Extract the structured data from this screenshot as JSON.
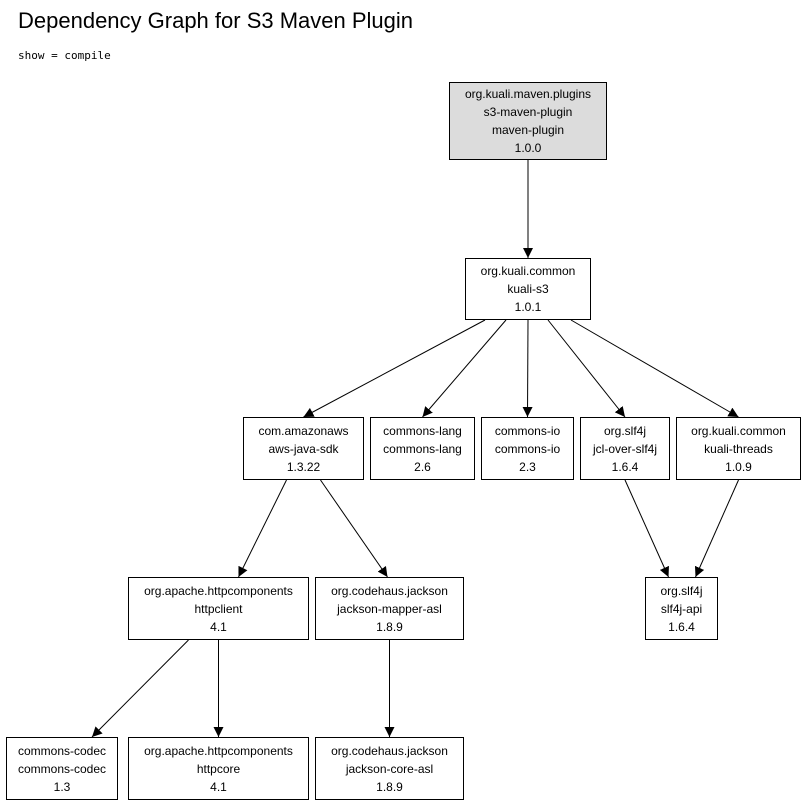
{
  "title": "Dependency Graph for S3 Maven Plugin",
  "subtitle": "show = compile",
  "colors": {
    "root_fill": "#dcdcdc",
    "node_fill": "#ffffff",
    "stroke": "#000000"
  },
  "nodes": {
    "plugin": {
      "group": "org.kuali.maven.plugins",
      "artifact": "s3-maven-plugin",
      "type": "maven-plugin",
      "version": "1.0.0"
    },
    "kuali_s3": {
      "group": "org.kuali.common",
      "artifact": "kuali-s3",
      "version": "1.0.1"
    },
    "aws_sdk": {
      "group": "com.amazonaws",
      "artifact": "aws-java-sdk",
      "version": "1.3.22"
    },
    "commons_lang": {
      "group": "commons-lang",
      "artifact": "commons-lang",
      "version": "2.6"
    },
    "commons_io": {
      "group": "commons-io",
      "artifact": "commons-io",
      "version": "2.3"
    },
    "jcl_over_slf4j": {
      "group": "org.slf4j",
      "artifact": "jcl-over-slf4j",
      "version": "1.6.4"
    },
    "kuali_threads": {
      "group": "org.kuali.common",
      "artifact": "kuali-threads",
      "version": "1.0.9"
    },
    "httpclient": {
      "group": "org.apache.httpcomponents",
      "artifact": "httpclient",
      "version": "4.1"
    },
    "jackson_mapper": {
      "group": "org.codehaus.jackson",
      "artifact": "jackson-mapper-asl",
      "version": "1.8.9"
    },
    "slf4j_api": {
      "group": "org.slf4j",
      "artifact": "slf4j-api",
      "version": "1.6.4"
    },
    "commons_codec": {
      "group": "commons-codec",
      "artifact": "commons-codec",
      "version": "1.3"
    },
    "httpcore": {
      "group": "org.apache.httpcomponents",
      "artifact": "httpcore",
      "version": "4.1"
    },
    "jackson_core": {
      "group": "org.codehaus.jackson",
      "artifact": "jackson-core-asl",
      "version": "1.8.9"
    }
  },
  "edges": [
    {
      "from": "plugin",
      "to": "kuali_s3"
    },
    {
      "from": "kuali_s3",
      "to": "aws_sdk"
    },
    {
      "from": "kuali_s3",
      "to": "commons_lang"
    },
    {
      "from": "kuali_s3",
      "to": "commons_io"
    },
    {
      "from": "kuali_s3",
      "to": "jcl_over_slf4j"
    },
    {
      "from": "kuali_s3",
      "to": "kuali_threads"
    },
    {
      "from": "aws_sdk",
      "to": "httpclient"
    },
    {
      "from": "aws_sdk",
      "to": "jackson_mapper"
    },
    {
      "from": "jcl_over_slf4j",
      "to": "slf4j_api"
    },
    {
      "from": "kuali_threads",
      "to": "slf4j_api"
    },
    {
      "from": "httpclient",
      "to": "commons_codec"
    },
    {
      "from": "httpclient",
      "to": "httpcore"
    },
    {
      "from": "jackson_mapper",
      "to": "jackson_core"
    }
  ]
}
